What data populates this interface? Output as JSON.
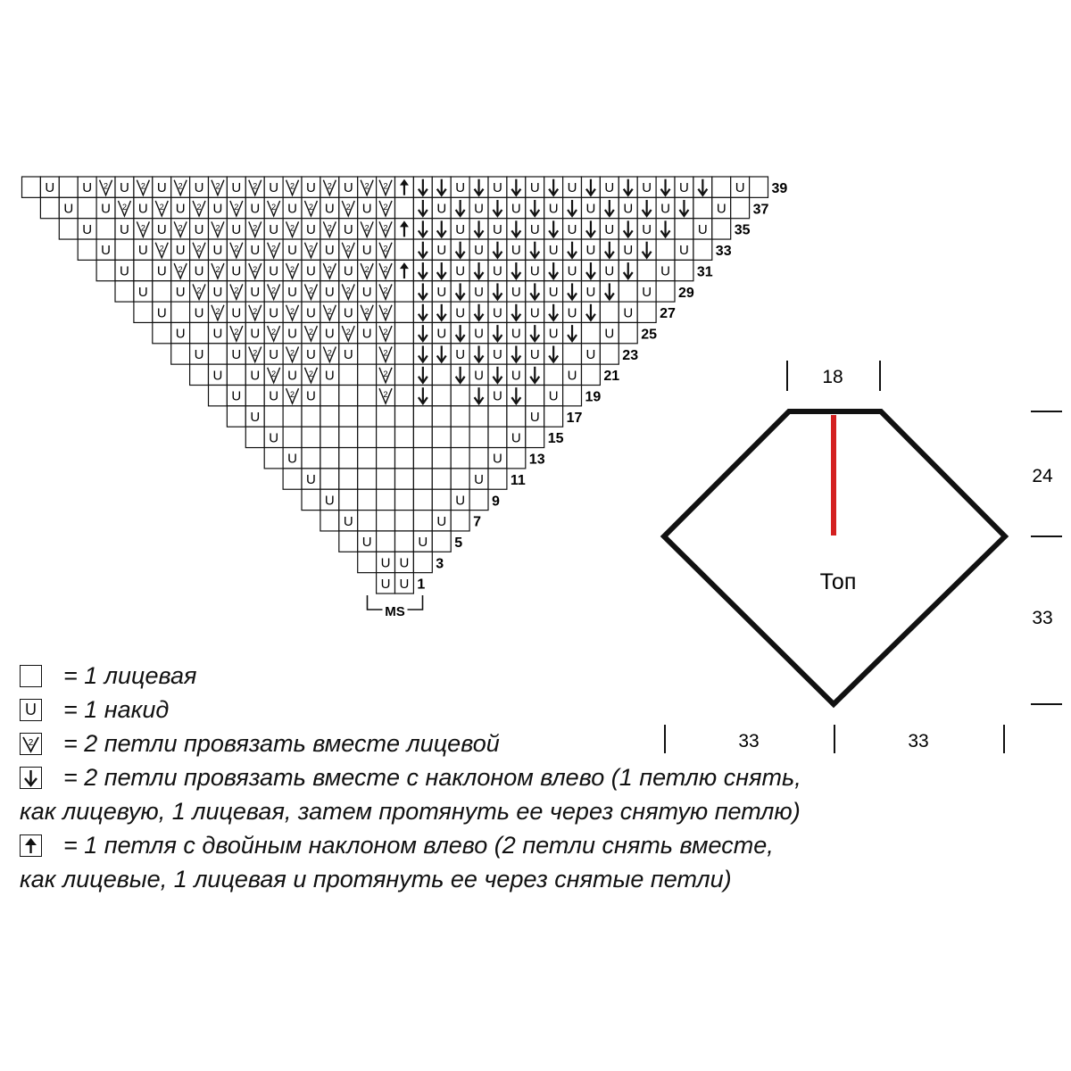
{
  "chart": {
    "row_labels": [
      "39",
      "37",
      "35",
      "33",
      "31",
      "29",
      "27",
      "25",
      "23",
      "21",
      "19",
      "17",
      "15",
      "13",
      "11",
      "9",
      "7",
      "5",
      "3",
      "1"
    ],
    "ms_label": "MS",
    "yo_glyph": "U",
    "k2tog_glyph": "2"
  },
  "schematic": {
    "center_label": "Топ",
    "dim_top": "18",
    "dim_right_upper": "24",
    "dim_right_lower": "33",
    "dim_bottom_left": "33",
    "dim_bottom_right": "33",
    "colors": {
      "outline": "#111111",
      "center_line": "#d42020"
    }
  },
  "legend": {
    "knit": "= 1 лицевая",
    "yo": "= 1 накид",
    "k2tog": "= 2 петли провязать вместе лицевой",
    "ssk_line1": "= 2 петли провязать вместе с наклоном влево (1 петлю снять,",
    "ssk_line2": "как лицевую, 1 лицевая, затем протянуть ее через снятую петлю)",
    "dbl_line1": "= 1 петля с двойным наклоном влево (2 петли снять вместе,",
    "dbl_line2": "как лицевые, 1 лицевая и протянуть ее через снятые петли)"
  }
}
